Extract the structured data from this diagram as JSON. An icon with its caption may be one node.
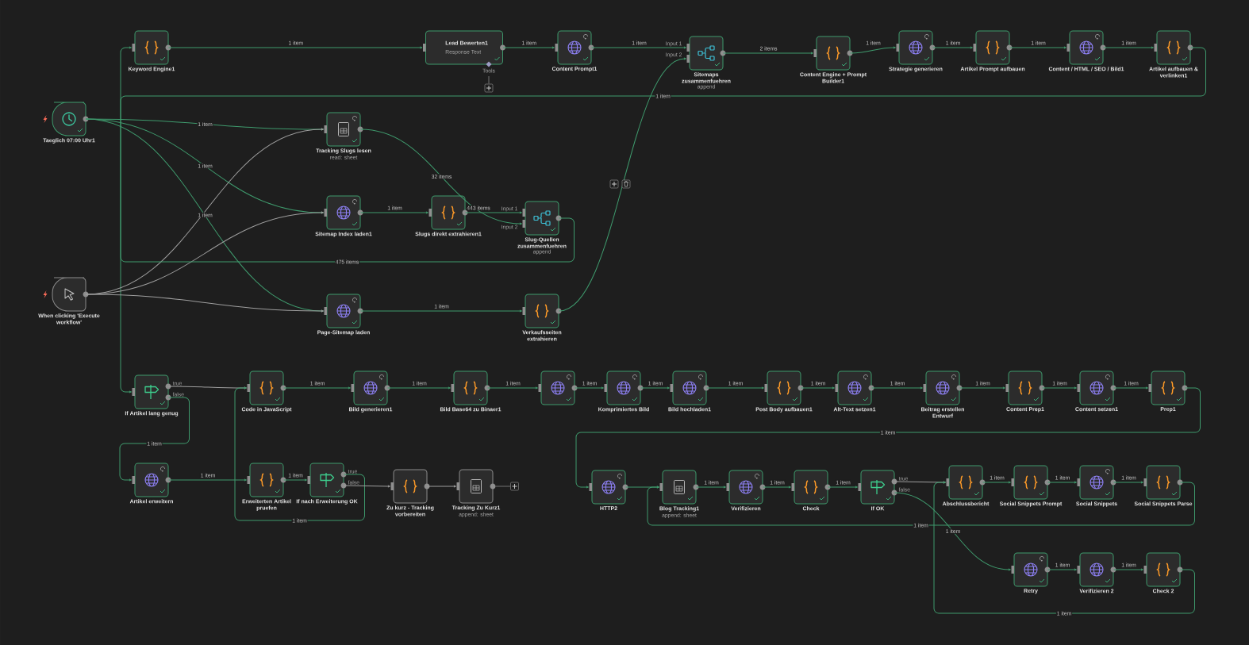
{
  "diagram": {
    "nodes": [
      {
        "text": [
          "Keyword Engine1"
        ]
      },
      {
        "text": [
          "Lead Bewerten1",
          "Response Text"
        ],
        "beside": [
          "Tools"
        ]
      },
      {
        "text": [
          "Content Prompt1"
        ]
      },
      {
        "text": [
          "Sitemaps zusammenfuehren",
          "append"
        ],
        "beside": [
          "Input 1",
          "Input 2"
        ]
      },
      {
        "text": [
          "Content Engine + Prompt Builder1"
        ]
      },
      {
        "text": [
          "Strategie generieren"
        ]
      },
      {
        "text": [
          "Artikel Prompt aufbauen"
        ]
      },
      {
        "text": [
          "Content / HTML / SEO / Bild1"
        ]
      },
      {
        "text": [
          "Artikel aufbauen & verlinken1"
        ]
      },
      {
        "text": [
          "Taeglich 07:00 Uhr1"
        ]
      },
      {
        "text": [
          "When clicking 'Execute workflow'"
        ]
      },
      {
        "text": [
          "Tracking Slugs lesen",
          "read: sheet"
        ]
      },
      {
        "text": [
          "Sitemap Index laden1"
        ]
      },
      {
        "text": [
          "Slugs direkt extrahieren1"
        ]
      },
      {
        "text": [
          "Slug-Quellen zusammenfuehren",
          "append"
        ],
        "beside": [
          "Input 1",
          "Input 2"
        ]
      },
      {
        "text": [
          "Page-Sitemap laden"
        ]
      },
      {
        "text": [
          "Verkaufsseiten extrahieren"
        ]
      },
      {
        "text": [
          "If Artikel lang genug"
        ],
        "beside": [
          "true",
          "false"
        ]
      },
      {
        "text": [
          "Code in JavaScript"
        ]
      },
      {
        "text": [
          "Bild generieren1"
        ]
      },
      {
        "text": [
          "Bild Base64 zu Binaer1"
        ]
      },
      {
        "text": [],
        "shape": "box"
      },
      {
        "text": [
          "Komprimiertes Bild"
        ]
      },
      {
        "text": [
          "Bild hochladen1"
        ]
      },
      {
        "text": [
          "Post Body aufbauen1"
        ]
      },
      {
        "text": [
          "Alt-Text setzen1"
        ]
      },
      {
        "text": [
          "Beitrag erstellen Entwurf"
        ]
      },
      {
        "text": [
          "Content Prep1"
        ]
      },
      {
        "text": [
          "Content setzen1"
        ]
      },
      {
        "text": [
          "Prep1"
        ]
      },
      {
        "text": [
          "Artikel erweitern"
        ]
      },
      {
        "text": [
          "Erweiterten Artikel pruefen"
        ]
      },
      {
        "text": [
          "If nach Erweiterung OK"
        ],
        "beside": [
          "true",
          "false"
        ]
      },
      {
        "text": [
          "Zu kurz - Tracking vorbereiten"
        ]
      },
      {
        "text": [
          "Tracking Zu Kurz1",
          "append: sheet"
        ]
      },
      {
        "text": [
          "HTTP2"
        ]
      },
      {
        "text": [
          "Blog Tracking1",
          "append: sheet"
        ]
      },
      {
        "text": [
          "Verifizieren"
        ]
      },
      {
        "text": [
          "Check"
        ]
      },
      {
        "text": [
          "If OK"
        ],
        "beside": [
          "true",
          "false"
        ]
      },
      {
        "text": [
          "Abschlussbericht"
        ]
      },
      {
        "text": [
          "Social Snippets Prompt"
        ]
      },
      {
        "text": [
          "Social Snippets"
        ]
      },
      {
        "text": [
          "Social Snippets Parse"
        ]
      },
      {
        "text": [
          "Retry"
        ]
      },
      {
        "text": [
          "Verifizieren 2"
        ]
      },
      {
        "text": [
          "Check 2"
        ]
      }
    ],
    "edges": [
      {
        "from": 0,
        "to": 1,
        "arrow": "to",
        "label": "1 item"
      },
      {
        "from": 1,
        "to": 2,
        "arrow": "to",
        "label": "1 item"
      },
      {
        "from": 2,
        "to": 3,
        "arrow": "to",
        "label": "1 item"
      },
      {
        "from": 16,
        "to": 3,
        "arrow": "to"
      },
      {
        "from": 3,
        "to": 4,
        "arrow": "to",
        "label": "2 items"
      },
      {
        "from": 4,
        "to": 5,
        "arrow": "to",
        "label": "1 item"
      },
      {
        "from": 5,
        "to": 6,
        "arrow": "to",
        "label": "1 item"
      },
      {
        "from": 6,
        "to": 7,
        "arrow": "to",
        "label": "1 item"
      },
      {
        "from": 7,
        "to": 8,
        "arrow": "to",
        "label": "1 item"
      },
      {
        "from": 8,
        "to": 17,
        "arrow": "to",
        "label": "1 item"
      },
      {
        "from": 9,
        "to": 11,
        "arrow": "to",
        "label": "1 item"
      },
      {
        "from": 9,
        "to": 12,
        "arrow": "to",
        "label": "1 item"
      },
      {
        "from": 9,
        "to": 15,
        "arrow": "to",
        "label": "1 item"
      },
      {
        "from": 10,
        "to": 11,
        "arrow": "to",
        "color": "#9e9e9e"
      },
      {
        "from": 10,
        "to": 12,
        "arrow": "to",
        "color": "#9e9e9e"
      },
      {
        "from": 10,
        "to": 15,
        "arrow": "to",
        "color": "#9e9e9e"
      },
      {
        "from": 11,
        "to": 14,
        "arrow": "to",
        "label": "32 items"
      },
      {
        "from": 12,
        "to": 13,
        "arrow": "to",
        "label": "1 item"
      },
      {
        "from": 13,
        "to": 14,
        "arrow": "to",
        "label": "443 items"
      },
      {
        "from": 14,
        "to": 0,
        "arrow": "to",
        "label": "475 items"
      },
      {
        "from": 15,
        "to": 16,
        "arrow": "to",
        "label": "1 item"
      },
      {
        "from": 17,
        "to": 18,
        "arrow": "to",
        "color": "#9e9e9e"
      },
      {
        "from": 17,
        "to": 30,
        "arrow": "to",
        "label": "1 item"
      },
      {
        "from": 18,
        "to": 19,
        "arrow": "to",
        "label": "1 item"
      },
      {
        "from": 19,
        "to": 20,
        "arrow": "to",
        "label": "1 item"
      },
      {
        "from": 20,
        "to": 21,
        "arrow": "to",
        "label": "1 item"
      },
      {
        "from": 21,
        "to": 22,
        "arrow": "to",
        "label": "1 item"
      },
      {
        "from": 22,
        "to": 23,
        "arrow": "to",
        "label": "1 item"
      },
      {
        "from": 23,
        "to": 24,
        "arrow": "to",
        "label": "1 item"
      },
      {
        "from": 24,
        "to": 25,
        "arrow": "to",
        "label": "1 item"
      },
      {
        "from": 25,
        "to": 26,
        "arrow": "to",
        "label": "1 item"
      },
      {
        "from": 26,
        "to": 27,
        "arrow": "to",
        "label": "1 item"
      },
      {
        "from": 27,
        "to": 28,
        "arrow": "to",
        "label": "1 item"
      },
      {
        "from": 28,
        "to": 29,
        "arrow": "to",
        "label": "1 item"
      },
      {
        "from": 29,
        "to": 35,
        "arrow": "to",
        "label": "1 item"
      },
      {
        "from": 30,
        "to": 31,
        "arrow": "to",
        "label": "1 item"
      },
      {
        "from": 31,
        "to": 32,
        "arrow": "to",
        "label": "1 item"
      },
      {
        "from": 32,
        "to": 18,
        "arrow": "to",
        "label": "1 item"
      },
      {
        "from": 32,
        "to": 33,
        "arrow": "to",
        "color": "#9e9e9e"
      },
      {
        "from": 33,
        "to": 34,
        "arrow": "to",
        "color": "#9e9e9e"
      },
      {
        "from": 35,
        "to": 36,
        "arrow": "to"
      },
      {
        "from": 36,
        "to": 37,
        "arrow": "to",
        "label": "1 item"
      },
      {
        "from": 37,
        "to": 38,
        "arrow": "to",
        "label": "1 item"
      },
      {
        "from": 38,
        "to": 39,
        "arrow": "to",
        "label": "1 item"
      },
      {
        "from": 39,
        "to": 40,
        "arrow": "to",
        "color": "#9e9e9e"
      },
      {
        "from": 39,
        "to": 44,
        "arrow": "to",
        "label": "1 item"
      },
      {
        "from": 40,
        "to": 41,
        "arrow": "to",
        "label": "1 item"
      },
      {
        "from": 41,
        "to": 42,
        "arrow": "to",
        "label": "1 item"
      },
      {
        "from": 42,
        "to": 43,
        "arrow": "to",
        "label": "1 item"
      },
      {
        "from": 43,
        "to": 36,
        "arrow": "to",
        "label": "1 item"
      },
      {
        "from": 44,
        "to": 45,
        "arrow": "to",
        "label": "1 item"
      },
      {
        "from": 45,
        "to": 46,
        "arrow": "to",
        "label": "1 item"
      },
      {
        "from": 46,
        "to": 40,
        "arrow": "to",
        "label": "1 item"
      }
    ]
  }
}
